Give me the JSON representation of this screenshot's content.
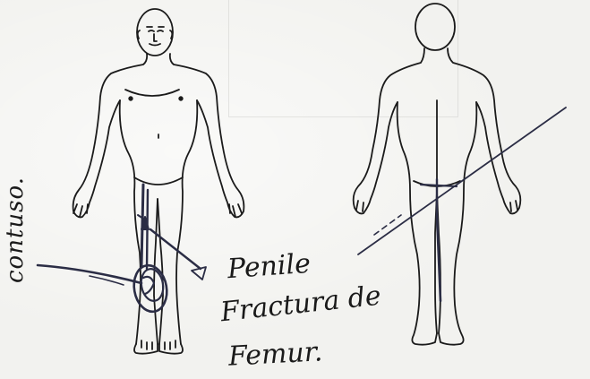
{
  "annotations": {
    "contuso": "contuso.",
    "penile": "Penile",
    "fractura": "Fractura de",
    "femur": "Femur."
  }
}
